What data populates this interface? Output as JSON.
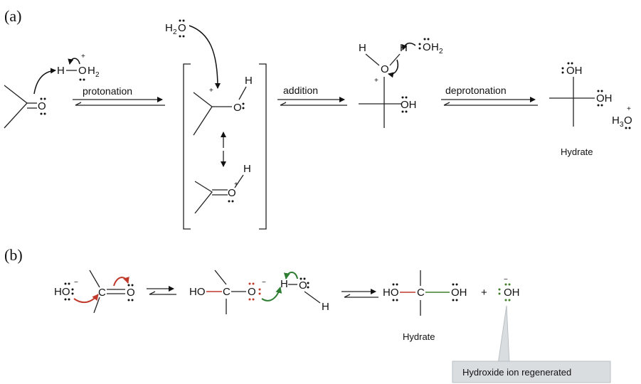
{
  "panels": {
    "a": "(a)",
    "b": "(b)"
  },
  "steps": {
    "protonation": "protonation",
    "addition": "addition",
    "deprotonation": "deprotonation"
  },
  "captions": {
    "hydrate_a": "Hydrate",
    "hydrate_b": "Hydrate",
    "callout": "Hydroxide ion regenerated"
  },
  "atoms": {
    "a_O1": "O",
    "a_H_attack": "H",
    "a_OH2_O": "O",
    "a_OH2_sub": "H",
    "a_OH2_subnum": "2",
    "a_plus1": "+",
    "a_H2O_H": "H",
    "a_H2O_2": "2",
    "a_H2O_O": "O",
    "a_carbocation_plus": "+",
    "a_int_O": "O",
    "a_int_H": "H",
    "a_res_O": "O",
    "a_res_plus": "+",
    "a_res_H": "H",
    "a_add_H1": "H",
    "a_add_H2": "H",
    "a_add_O": "O",
    "a_add_plus": "+",
    "a_add_OH": "OH",
    "a_water_O": "O",
    "a_water_H2": "H",
    "a_water_2": "2",
    "a_hyd_OH_top": "OH",
    "a_hyd_OH_right": "OH",
    "a_h3o_H": "H",
    "a_h3o_3": "3",
    "a_h3o_O": "O",
    "a_h3o_plus": "+",
    "b_HO": "HO",
    "b_HO_minus": "−",
    "b_C": "C",
    "b_O": "O",
    "b_int_HO": "HO",
    "b_int_C": "C",
    "b_int_O": "O",
    "b_int_minus": "−",
    "b_w_H1": "H",
    "b_w_O": "O",
    "b_w_H2": "H",
    "b_hyd_HO": "HO",
    "b_hyd_C": "C",
    "b_hyd_OH": "OH",
    "b_plus": "+",
    "b_OH_minus": "−",
    "b_OH": "OH"
  }
}
